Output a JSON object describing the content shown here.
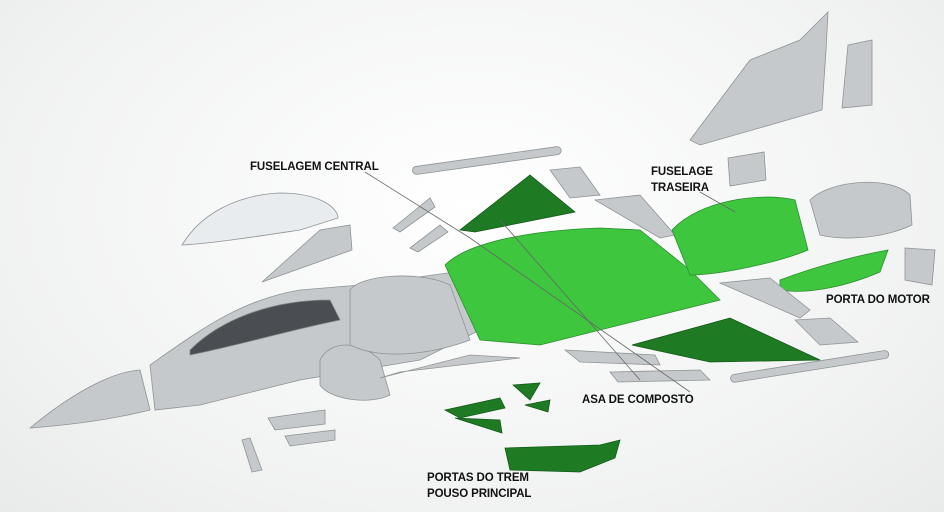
{
  "labels": {
    "fuselagem_central": "FUSELAGEM CENTRAL",
    "fuselage_traseira_1": "FUSELAGE",
    "fuselage_traseira_2": "TRASEIRA",
    "porta_do_motor": "PORTA DO MOTOR",
    "asa_de_composto": "ASA DE COMPOSTO",
    "portas_do_trem_1": "PORTAS DO TREM",
    "portas_do_trem_2": "POUSO PRINCIPAL"
  },
  "colors": {
    "composite_green": "#3fc63f",
    "dark_green": "#1f7a24",
    "metal_grey": "#c5c9cb"
  }
}
